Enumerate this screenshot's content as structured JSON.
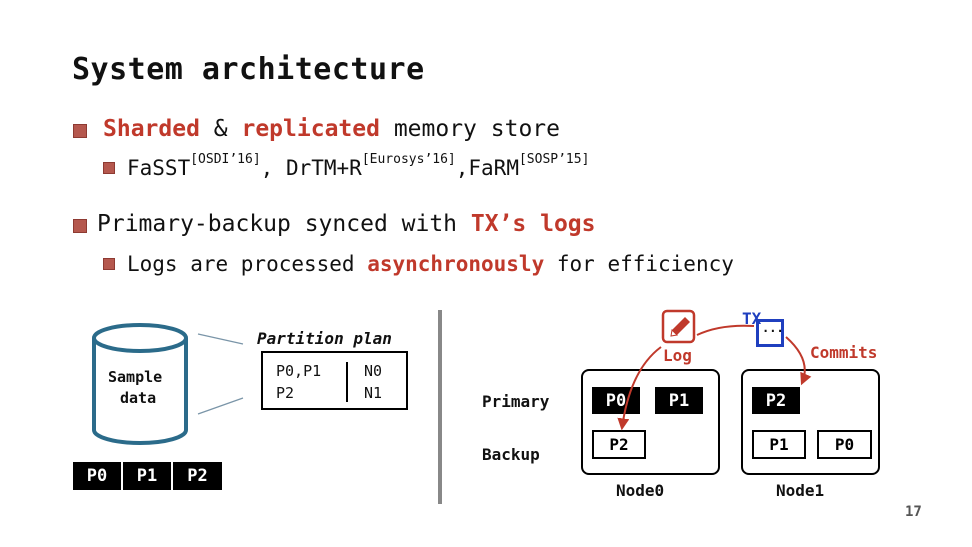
{
  "slide": {
    "title": "System architecture",
    "page_number": "17"
  },
  "bullets": {
    "b1": {
      "part1": "Sharded",
      "part2": " & ",
      "part3": "replicated",
      "part4": " memory store"
    },
    "b1_sub": {
      "t1": "FaSST",
      "s1": "[OSDI’16]",
      "t2": ", DrTM+R",
      "s2": "[Eurosys’16]",
      "t3": ",FaRM",
      "s3": "[SOSP’15]"
    },
    "b2": {
      "part1": "Primary-backup synced with ",
      "part2": "TX’s logs"
    },
    "b2_sub": {
      "part1": "Logs are processed ",
      "part2": "asynchronously",
      "part3": " for efficiency"
    }
  },
  "left_diagram": {
    "db_label_line1": "Sample",
    "db_label_line2": "data",
    "partitions": [
      "P0",
      "P1",
      "P2"
    ],
    "plan_title": "Partition plan",
    "plan_rows": [
      {
        "parts": "P0,P1",
        "node": "N0"
      },
      {
        "parts": "P2",
        "node": "N1"
      }
    ]
  },
  "right_diagram": {
    "primary_label": "Primary",
    "backup_label": "Backup",
    "tx_label": "TX",
    "tx_dots": "...",
    "log_label": "Log",
    "commits_label": "Commits",
    "node0": {
      "name": "Node0",
      "primary": [
        "P0",
        "P1"
      ],
      "backup": [
        "P2"
      ]
    },
    "node1": {
      "name": "Node1",
      "primary": [
        "P2"
      ],
      "backup": [
        "P1",
        "P0"
      ]
    }
  },
  "colors": {
    "accent_red": "#c0392b",
    "bullet": "#b5584e",
    "tx_blue": "#1f3fbf",
    "db_blue": "#2b6b8a"
  }
}
